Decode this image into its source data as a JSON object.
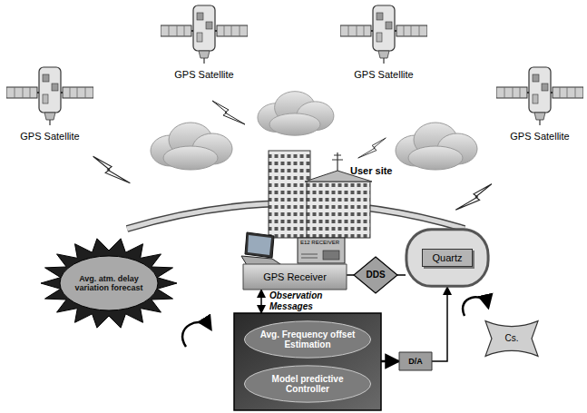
{
  "diagram": {
    "nodes": [
      {
        "text": [
          "Avg. atm. delay variation forecast"
        ]
      },
      {
        "text": [
          "GPS Receiver"
        ]
      },
      {
        "text": [
          "DDS"
        ]
      },
      {
        "text": [
          "Quartz"
        ]
      },
      {
        "text": [
          "Cs."
        ]
      },
      {
        "text": []
      },
      {
        "text": [
          "Avg. Frequency offset Estimation"
        ],
        "in": 5
      },
      {
        "text": [
          "Model predictive Controller"
        ],
        "in": 5
      },
      {
        "text": [
          "D/A"
        ]
      }
    ],
    "edges": [
      {
        "from": 1,
        "to": 5,
        "label": "Observation Messages",
        "arrow": "both"
      },
      {
        "from": 5,
        "to": 8,
        "arrow": "to"
      },
      {
        "from": 8,
        "to": 3,
        "arrow": "to"
      },
      {
        "from": 3,
        "to": 2,
        "arrow": "none"
      },
      {
        "from": 2,
        "to": 1,
        "arrow": "none"
      }
    ],
    "labels": [
      "GPS Satellite",
      "GPS Satellite",
      "GPS Satellite",
      "GPS Satellite",
      "User site",
      "E12 RECEIVER"
    ]
  }
}
